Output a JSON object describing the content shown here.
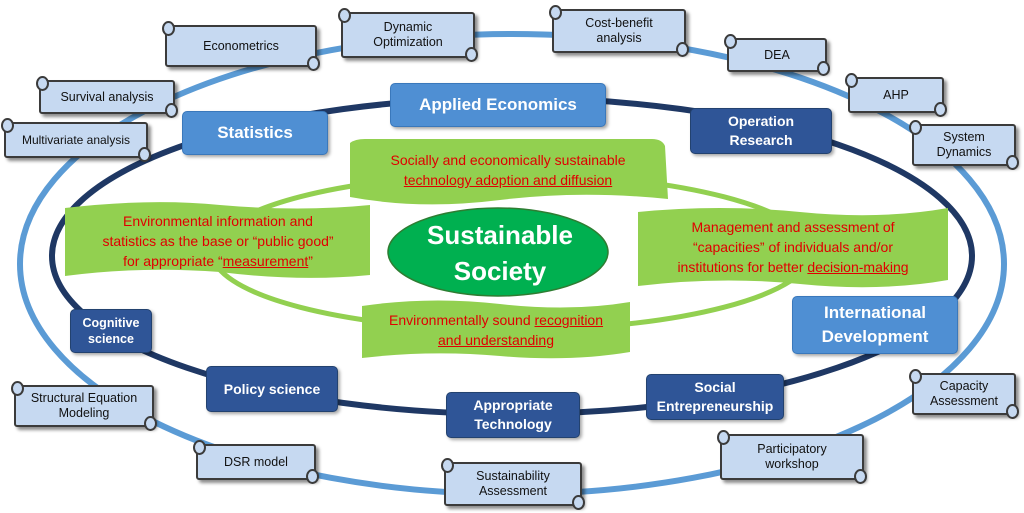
{
  "center": {
    "line1": "Sustainable",
    "line2": "Society"
  },
  "discipline_boxes": [
    {
      "id": "statistics",
      "label": "Statistics",
      "style": "light"
    },
    {
      "id": "applied-economics",
      "label": "Applied Economics",
      "style": "light"
    },
    {
      "id": "operation-research",
      "label": "Operation\nResearch",
      "style": "dark"
    },
    {
      "id": "international-development",
      "label": "International\nDevelopment",
      "style": "light"
    },
    {
      "id": "social-entrepreneurship",
      "label": "Social\nEntrepreneurship",
      "style": "dark"
    },
    {
      "id": "appropriate-technology",
      "label": "Appropriate\nTechnology",
      "style": "dark"
    },
    {
      "id": "policy-science",
      "label": "Policy science",
      "style": "dark"
    },
    {
      "id": "cognitive-science",
      "label": "Cognitive\nscience",
      "style": "dark"
    }
  ],
  "method_scrolls": [
    {
      "id": "econometrics",
      "label": "Econometrics"
    },
    {
      "id": "dynamic-optimization",
      "label": "Dynamic\nOptimization"
    },
    {
      "id": "cost-benefit-analysis",
      "label": "Cost-benefit\nanalysis"
    },
    {
      "id": "dea",
      "label": "DEA"
    },
    {
      "id": "ahp",
      "label": "AHP"
    },
    {
      "id": "system-dynamics",
      "label": "System\nDynamics"
    },
    {
      "id": "survival-analysis",
      "label": "Survival  analysis"
    },
    {
      "id": "multivariate-analysis",
      "label": "Multivariate analysis"
    },
    {
      "id": "capacity-assessment",
      "label": "Capacity\nAssessment"
    },
    {
      "id": "participatory-workshop",
      "label": "Participatory\nworkshop"
    },
    {
      "id": "sustainability-assessment",
      "label": "Sustainability\nAssessment"
    },
    {
      "id": "dsr-model",
      "label": "DSR model"
    },
    {
      "id": "structural-equation-modeling",
      "label": "Structural Equation\nModeling"
    }
  ],
  "goal_banners": {
    "top": {
      "line1": "Socially and economically sustainable",
      "line2_u": "technology adoption and diffusion"
    },
    "left": {
      "line1": "Environmental information and",
      "line2": "statistics as the base or “public good”",
      "line3_pre": "for appropriate  “",
      "line3_u": "measurement",
      "line3_post": "”"
    },
    "right": {
      "line1": "Management and assessment of",
      "line2": "“capacities”  of individuals and/or",
      "line3_pre": "institutions for better ",
      "line3_u": "decision-making"
    },
    "bottom": {
      "line1_pre": "Environmentally sound ",
      "line1_u": "recognition",
      "line2_u": "and understanding"
    }
  },
  "colors": {
    "outer_ellipse": "#5b9bd5",
    "middle_ellipse": "#1f3864",
    "inner_ellipse": "#92d050",
    "center_ellipse": "#00b050",
    "banner_fill": "#92d050",
    "banner_text": "#e00000",
    "scroll_fill": "#c6d9f1"
  }
}
